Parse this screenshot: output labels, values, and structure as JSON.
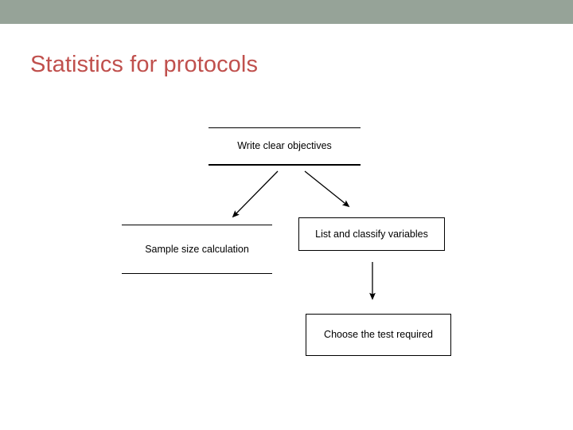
{
  "slide": {
    "title": "Statistics for protocols",
    "header_bar_color": "#96a398",
    "title_color": "#c0504d",
    "background_color": "#ffffff",
    "line_color": "#000000"
  },
  "flowchart": {
    "type": "flowchart",
    "nodes": [
      {
        "id": "objectives",
        "label": "Write clear objectives",
        "shape": "open-rules",
        "order": 1
      },
      {
        "id": "sample-size",
        "label": "Sample size calculation",
        "shape": "open-rules",
        "order": 2
      },
      {
        "id": "variables",
        "label": "List and classify variables",
        "shape": "rectangle",
        "order": 3
      },
      {
        "id": "test",
        "label": "Choose the test required",
        "shape": "rectangle",
        "order": 4
      }
    ],
    "edges": [
      {
        "id": "edge-objectives-to-sample-size",
        "from": "objectives",
        "to": "sample-size",
        "style": "arrow-diagonal-left"
      },
      {
        "id": "edge-objectives-to-variables",
        "from": "objectives",
        "to": "variables",
        "style": "arrow-diagonal-right"
      },
      {
        "id": "edge-variables-to-test",
        "from": "variables",
        "to": "test",
        "style": "arrow-vertical"
      }
    ]
  }
}
